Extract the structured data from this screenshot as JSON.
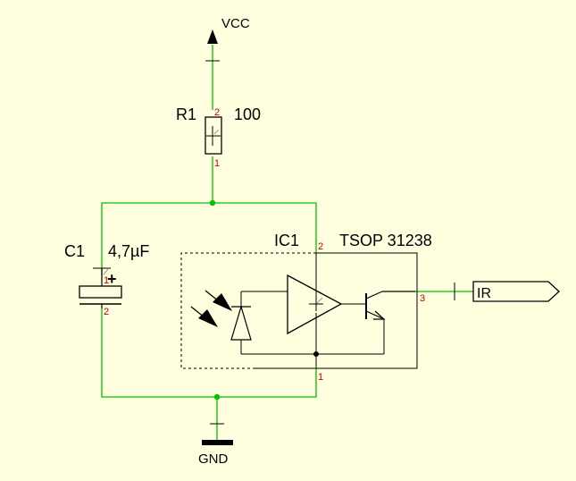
{
  "colors": {
    "background": "#ffffe0",
    "wire": "#00c000",
    "component": "#000000",
    "pin_number": "#c00000",
    "junction": "#00c000",
    "origin_cross": "#999999"
  },
  "nets": {
    "vcc": "VCC",
    "gnd": "GND",
    "ir": "IR"
  },
  "components": {
    "r1": {
      "ref": "R1",
      "value": "100",
      "pins": [
        "2",
        "1"
      ]
    },
    "c1": {
      "ref": "C1",
      "value": "4,7µF",
      "pins": [
        "1",
        "2"
      ],
      "polarity": "+"
    },
    "ic1": {
      "ref": "IC1",
      "value": "TSOP 31238",
      "pins": [
        "2",
        "3",
        "1"
      ]
    }
  }
}
